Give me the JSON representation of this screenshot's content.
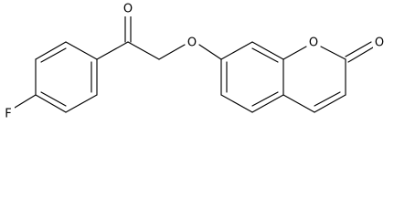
{
  "molecule": {
    "atoms": [
      {
        "id": "F1",
        "label": "F"
      },
      {
        "id": "O1",
        "label": "O"
      },
      {
        "id": "O2",
        "label": "O"
      },
      {
        "id": "O3",
        "label": "O"
      },
      {
        "id": "O4",
        "label": "O"
      }
    ]
  }
}
